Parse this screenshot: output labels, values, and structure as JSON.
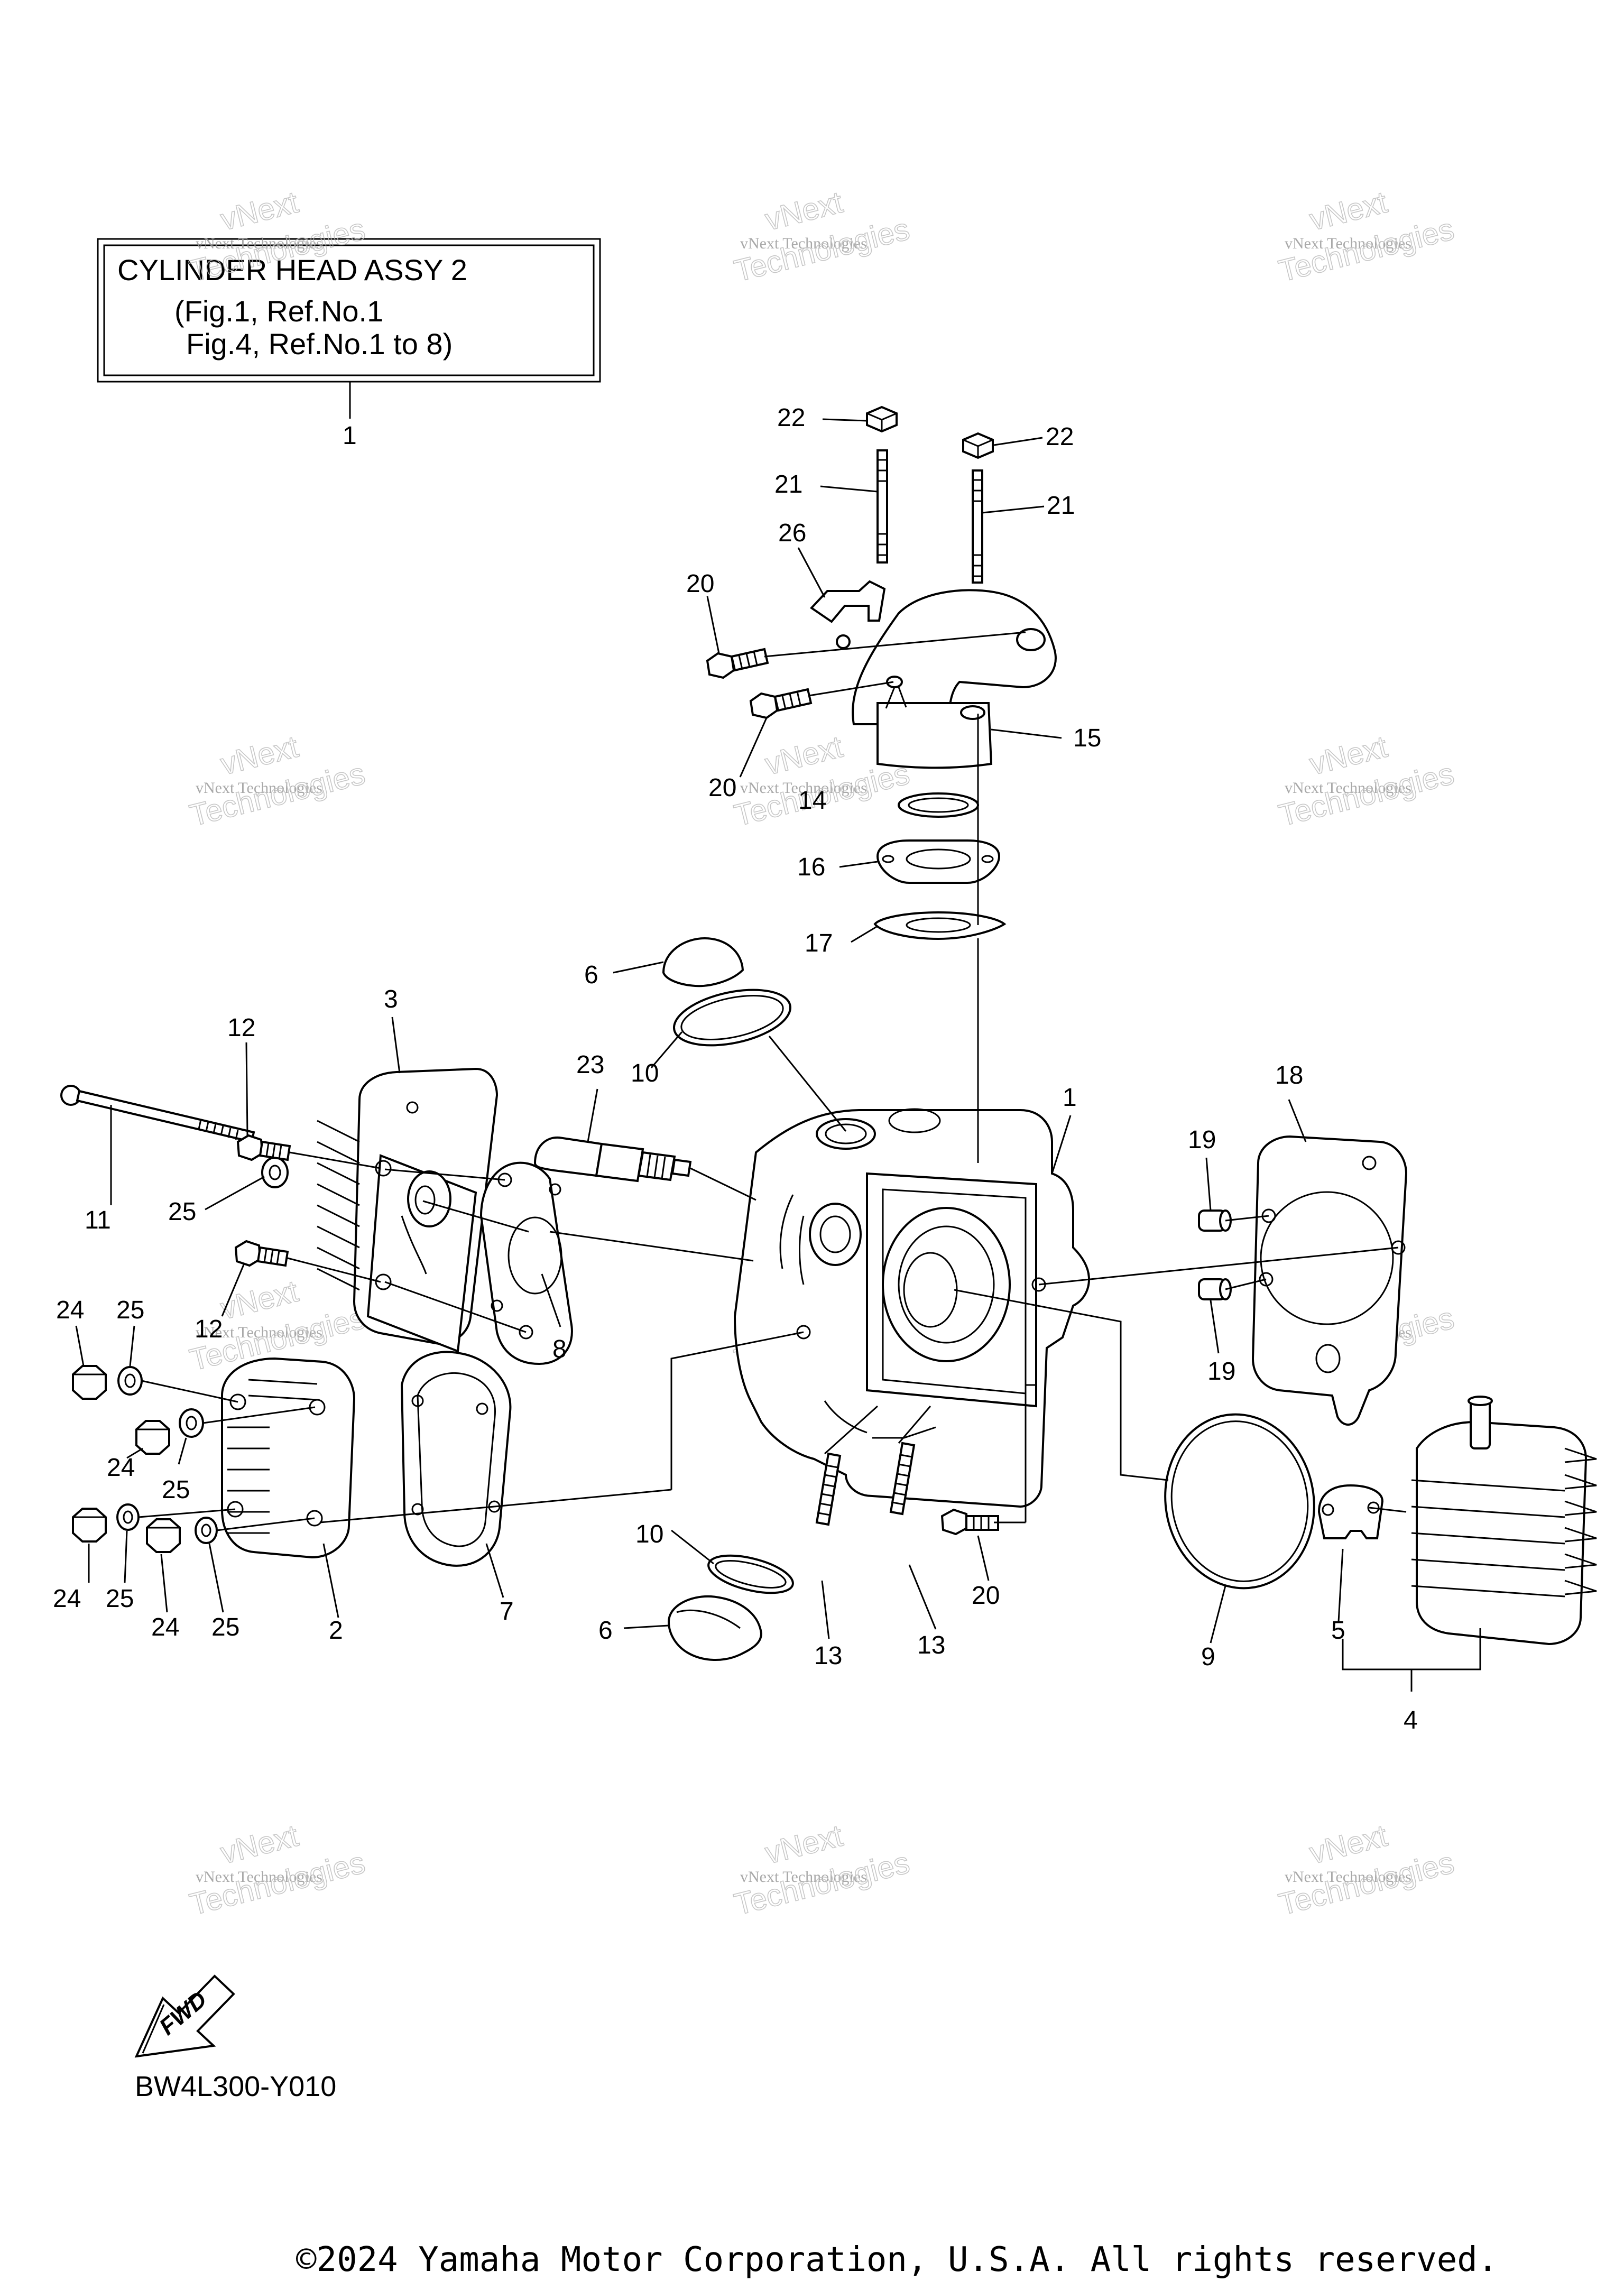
{
  "assembly_box": {
    "line1": "CYLINDER HEAD ASSY 2",
    "line2": "(Fig.1, Ref.No.1",
    "line3": "Fig.4, Ref.No.1 to 8)"
  },
  "callouts": [
    "1",
    "1",
    "2",
    "3",
    "4",
    "5",
    "6",
    "6",
    "7",
    "8",
    "9",
    "10",
    "10",
    "11",
    "12",
    "12",
    "13",
    "13",
    "14",
    "15",
    "16",
    "17",
    "18",
    "19",
    "19",
    "20",
    "20",
    "20",
    "21",
    "21",
    "22",
    "22",
    "23",
    "24",
    "24",
    "24",
    "24",
    "25",
    "25",
    "25",
    "25",
    "25",
    "26"
  ],
  "watermark": {
    "small": "vNext Technologies",
    "big_top": "vNext",
    "big_bottom": "Technologies"
  },
  "fwd_label": "FWD",
  "diagram_code": "BW4L300-Y010",
  "copyright": "©2024 Yamaha Motor Corporation, U.S.A. All rights reserved."
}
